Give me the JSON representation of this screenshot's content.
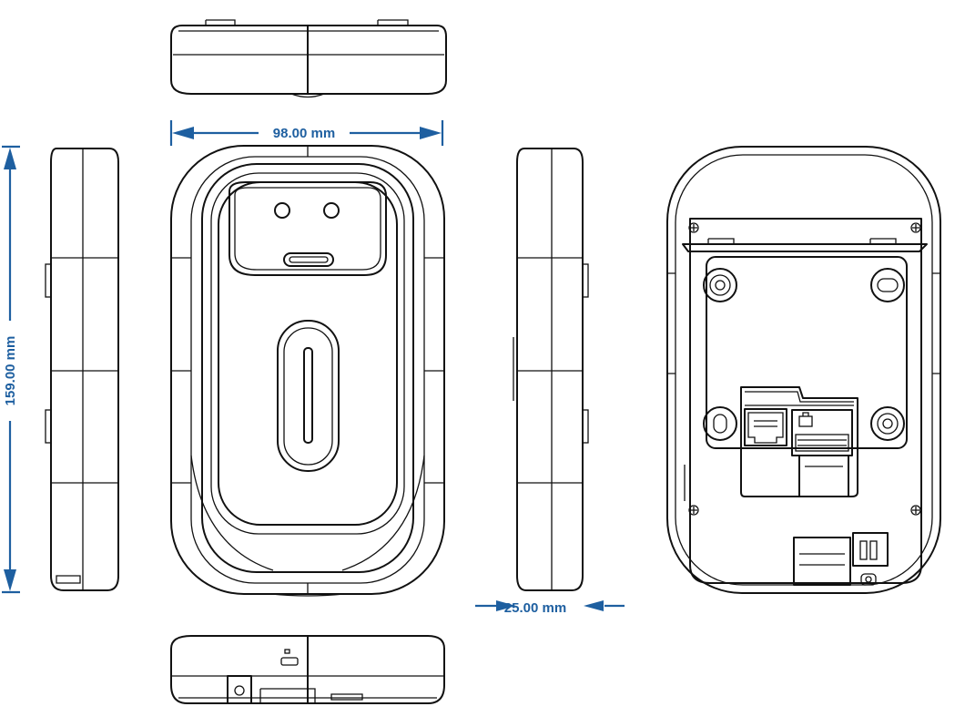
{
  "dimensions": {
    "width": "98.00 mm",
    "height": "159.00 mm",
    "depth": "25.00 mm"
  },
  "colors": {
    "dimension": "#1e5fa0",
    "outline": "#111111",
    "background": "#ffffff"
  },
  "views": [
    "top-view",
    "left-side-view",
    "front-view",
    "right-side-view",
    "back-view",
    "bottom-view"
  ]
}
